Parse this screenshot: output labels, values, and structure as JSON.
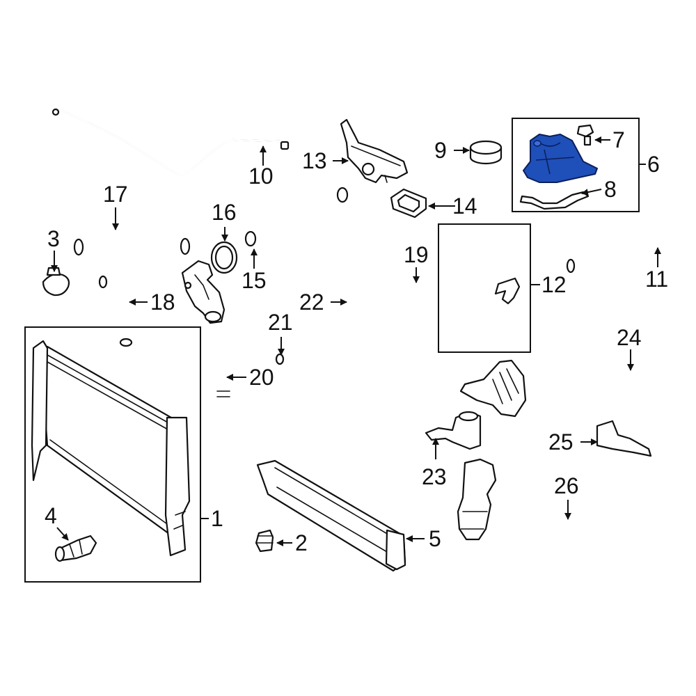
{
  "diagram": {
    "highlight_color": "#1f4fb8",
    "callouts": [
      {
        "id": "c1",
        "text": "1"
      },
      {
        "id": "c2",
        "text": "2"
      },
      {
        "id": "c3",
        "text": "3"
      },
      {
        "id": "c4",
        "text": "4"
      },
      {
        "id": "c5",
        "text": "5"
      },
      {
        "id": "c6",
        "text": "6"
      },
      {
        "id": "c7",
        "text": "7"
      },
      {
        "id": "c8",
        "text": "8"
      },
      {
        "id": "c9",
        "text": "9"
      },
      {
        "id": "c10",
        "text": "10"
      },
      {
        "id": "c11",
        "text": "11"
      },
      {
        "id": "c12",
        "text": "12"
      },
      {
        "id": "c13",
        "text": "13"
      },
      {
        "id": "c14",
        "text": "14"
      },
      {
        "id": "c15",
        "text": "15"
      },
      {
        "id": "c16",
        "text": "16"
      },
      {
        "id": "c17",
        "text": "17"
      },
      {
        "id": "c18",
        "text": "18"
      },
      {
        "id": "c19",
        "text": "19"
      },
      {
        "id": "c20",
        "text": "20"
      },
      {
        "id": "c21",
        "text": "21"
      },
      {
        "id": "c22",
        "text": "22"
      },
      {
        "id": "c23",
        "text": "23"
      },
      {
        "id": "c24",
        "text": "24"
      },
      {
        "id": "c25",
        "text": "25"
      },
      {
        "id": "c26",
        "text": "26"
      }
    ]
  }
}
